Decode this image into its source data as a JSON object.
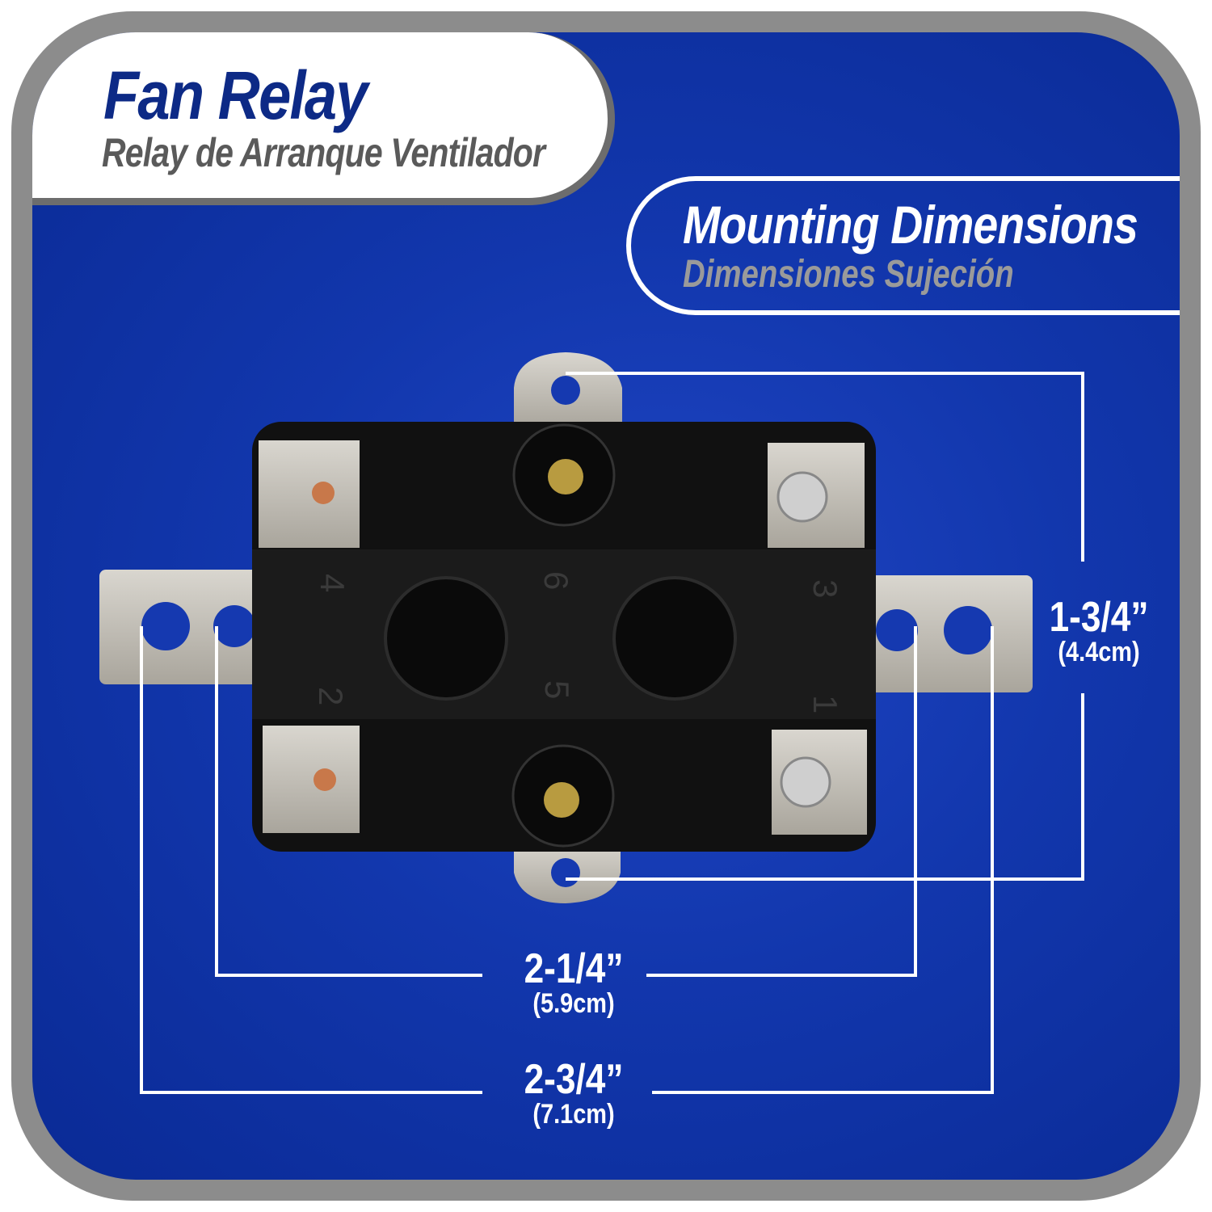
{
  "title": {
    "main": "Fan Relay",
    "sub": "Relay de Arranque Ventilador"
  },
  "mounting": {
    "main": "Mounting Dimensions",
    "sub": "Dimensiones Sujeción"
  },
  "dimensions": {
    "height": {
      "imperial": "1-3/4”",
      "metric": "(4.4cm)"
    },
    "inner_width": {
      "imperial": "2-1/4”",
      "metric": "(5.9cm)"
    },
    "outer_width": {
      "imperial": "2-3/4”",
      "metric": "(7.1cm)"
    }
  },
  "relay_terminal_numbers": [
    "4",
    "6",
    "3",
    "2",
    "5",
    "1"
  ],
  "colors": {
    "blue": "#1237ad",
    "frame": "#8c8c8c",
    "title": "#0d2a86"
  }
}
